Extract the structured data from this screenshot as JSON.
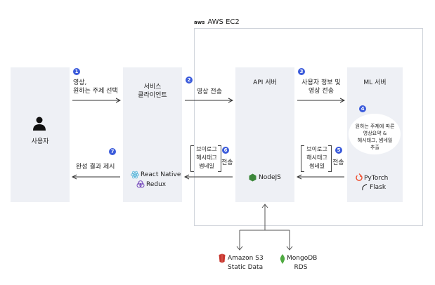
{
  "aws": {
    "logo": "aws",
    "title": "AWS EC2"
  },
  "user": {
    "label": "사용자"
  },
  "client": {
    "title": "서비스\n클라이언트",
    "tech1": "React Native",
    "tech2": "Redux"
  },
  "api": {
    "title": "API 서버",
    "tech": "NodeJS"
  },
  "ml": {
    "title": "ML 서버",
    "tech1": "PyTorch",
    "tech2": "Flask"
  },
  "ml_process": {
    "text": "원하는 주제에 따른\n영상요약 &\n해시태그, 썸네일\n추출"
  },
  "steps": [
    {
      "num": "1",
      "text": "영상,\n원하는 주제 선택"
    },
    {
      "num": "2",
      "text": "영상 전송"
    },
    {
      "num": "3",
      "text": "사용자 정보 및\n영상 전송"
    },
    {
      "num": "4"
    },
    {
      "num": "5",
      "list": "브이로그\n해시태그\n썸네일",
      "suffix": "전송"
    },
    {
      "num": "6",
      "list": "브이로그\n해시태그\n썸네일",
      "suffix": "전송"
    },
    {
      "num": "7",
      "text": "완성 결과 제시"
    }
  ],
  "storage": {
    "s3_line1": "Amazon S3",
    "s3_line2": "Static Data",
    "db_line1": "MongoDB",
    "db_line2": "RDS"
  },
  "colors": {
    "box": "#eef0f5",
    "badge": "#3b5bdb",
    "react": "#4fb3d9",
    "node": "#3c873a",
    "pytorch": "#ee4c2c",
    "s3": "#c7372f",
    "mongo": "#4faa41"
  }
}
